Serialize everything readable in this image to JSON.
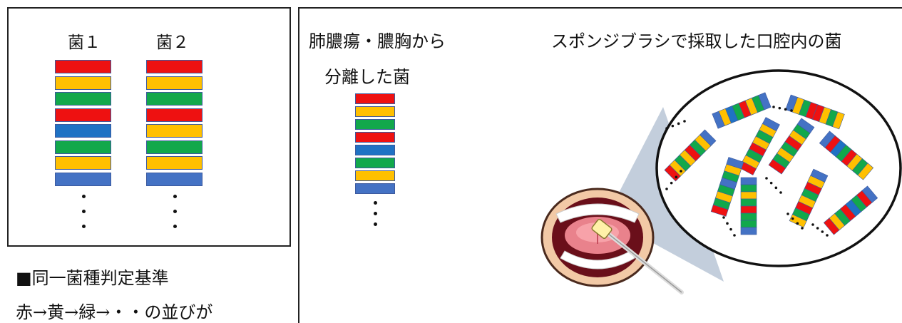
{
  "colors": {
    "red": "#ee1111",
    "yellow": "#ffc000",
    "green": "#12a84b",
    "blue": "#1f72c4",
    "steel": "#4472c4"
  },
  "left_panel": {
    "strain1_label": "菌１",
    "strain2_label": "菌２",
    "strain1_bands": [
      "red",
      "yellow",
      "green",
      "red",
      "blue",
      "green",
      "yellow",
      "steel"
    ],
    "strain2_bands": [
      "red",
      "yellow",
      "green",
      "red",
      "yellow",
      "green",
      "yellow",
      "steel"
    ],
    "criteria_title": "■同一菌種判定基準",
    "criteria_text": "赤→黄→緑→・・の並びが"
  },
  "middle": {
    "title_line1": "肺膿瘍・膿胸から",
    "title_line2": "分離した菌",
    "bands": [
      "red",
      "yellow",
      "green",
      "red",
      "blue",
      "green",
      "yellow",
      "steel"
    ]
  },
  "right": {
    "title": "スポンジブラシで採取した口腔内の菌"
  }
}
